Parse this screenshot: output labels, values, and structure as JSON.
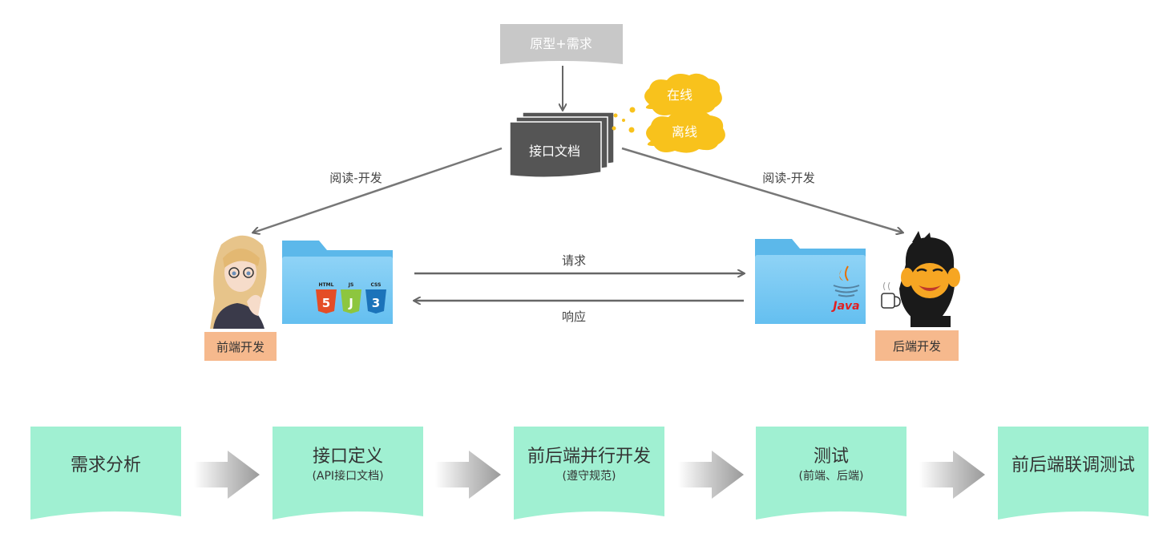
{
  "top": {
    "prototype_label": "原型+需求",
    "doc_label": "接口文档",
    "online_label": "在线",
    "offline_label": "离线"
  },
  "edges": {
    "read_dev_left": "阅读-开发",
    "read_dev_right": "阅读-开发",
    "request": "请求",
    "response": "响应"
  },
  "frontend": {
    "label": "前端开发",
    "badges": [
      "HTML",
      "JS",
      "CSS"
    ]
  },
  "backend": {
    "label": "后端开发",
    "java_label": "Java"
  },
  "process": {
    "steps": [
      {
        "title": "需求分析",
        "sub": ""
      },
      {
        "title": "接口定义",
        "sub": "(API接口文档)"
      },
      {
        "title": "前后端并行开发",
        "sub": "(遵守规范)"
      },
      {
        "title": "测试",
        "sub": "(前端、后端)"
      },
      {
        "title": "前后端联调测试",
        "sub": ""
      }
    ]
  },
  "colors": {
    "gray_box": "#c8c8c8",
    "doc_dark": "#555555",
    "cloud": "#f8c21c",
    "folder": "#7ccaf2",
    "role_tag": "#f6b98d",
    "step_fill": "#a0f0d2",
    "arrow": "#666666"
  }
}
